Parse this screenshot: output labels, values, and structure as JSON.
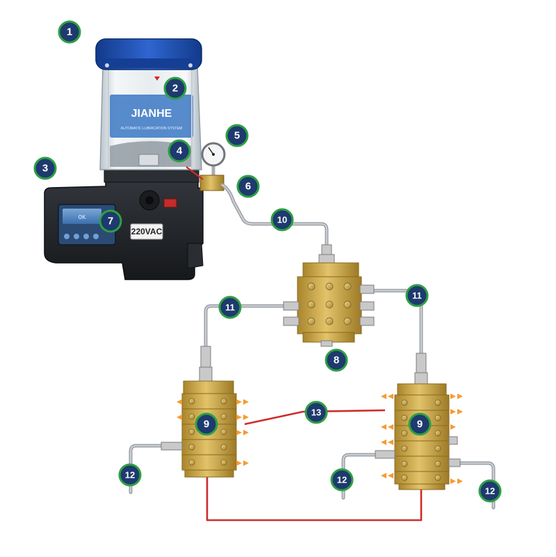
{
  "device": {
    "brand": "JIANHE",
    "subtitle": "AUTOMATIC LUBRICATION SYSTEM",
    "voltage": "220VAC",
    "lcd_text": "OK"
  },
  "colors": {
    "badge_fill": "#1e3a6e",
    "badge_border": "#2ea043",
    "badge_text": "#ffffff",
    "cap_blue": "#1d4fb5",
    "base_dark": "#23262b",
    "brass": "#c9a344",
    "tube": "#9ea3a8",
    "signal_line": "#cf2b2b",
    "outlet_arrow": "#f39c32"
  },
  "badges": [
    {
      "id": "b1",
      "label": "1"
    },
    {
      "id": "b2",
      "label": "2"
    },
    {
      "id": "b3",
      "label": "3"
    },
    {
      "id": "b4",
      "label": "4"
    },
    {
      "id": "b5",
      "label": "5"
    },
    {
      "id": "b6",
      "label": "6"
    },
    {
      "id": "b7",
      "label": "7"
    },
    {
      "id": "b8",
      "label": "8"
    },
    {
      "id": "b9a",
      "label": "9"
    },
    {
      "id": "b9b",
      "label": "9"
    },
    {
      "id": "b10",
      "label": "10"
    },
    {
      "id": "b11a",
      "label": "11"
    },
    {
      "id": "b11b",
      "label": "11"
    },
    {
      "id": "b12a",
      "label": "12"
    },
    {
      "id": "b12b",
      "label": "12"
    },
    {
      "id": "b12c",
      "label": "12"
    },
    {
      "id": "b13",
      "label": "13"
    }
  ]
}
